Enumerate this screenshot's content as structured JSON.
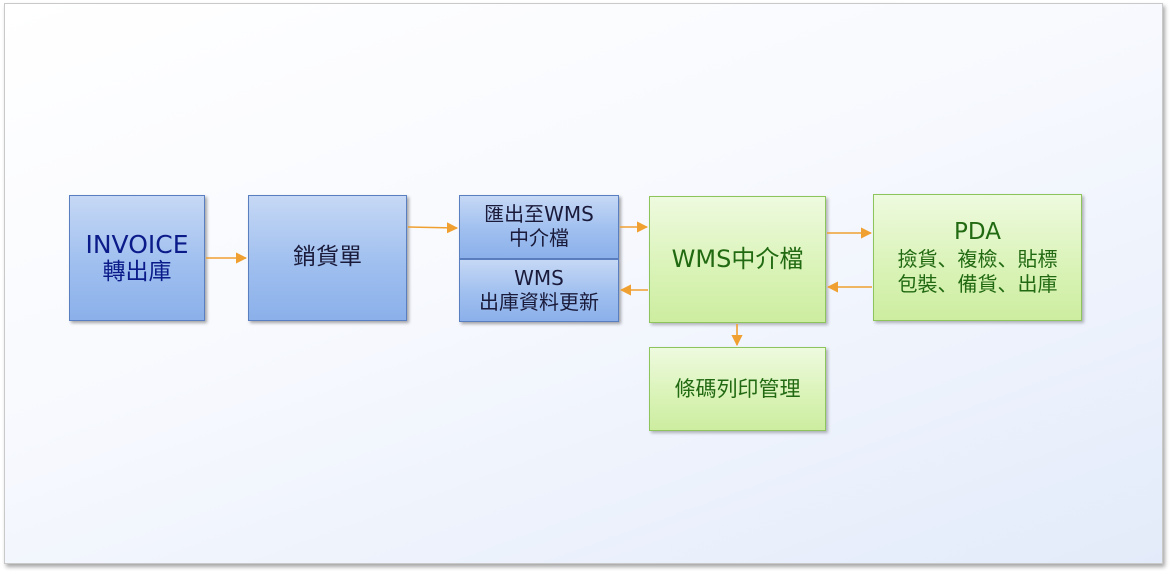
{
  "colors": {
    "blue_text": "#0c1b8a",
    "green_text": "#216a12",
    "arrow": "#f0a030"
  },
  "nodes": {
    "invoice": {
      "line1": "INVOICE",
      "line2": "轉出庫"
    },
    "sales_order": {
      "label": "銷貨單"
    },
    "export_wms": {
      "line1": "匯出至WMS",
      "line2": "中介檔"
    },
    "wms_update": {
      "line1": "WMS",
      "line2": "出庫資料更新"
    },
    "wms_intermediate": {
      "label": "WMS中介檔"
    },
    "pda": {
      "title": "PDA",
      "line1": "撿貨、複檢、貼標",
      "line2": "包裝、備貨、出庫"
    },
    "barcode": {
      "label": "條碼列印管理"
    }
  },
  "edges": [
    {
      "from": "INVOICE 轉出庫",
      "to": "銷貨單"
    },
    {
      "from": "銷貨單",
      "to": "匯出至WMS 中介檔"
    },
    {
      "from": "匯出至WMS 中介檔",
      "to": "WMS中介檔"
    },
    {
      "from": "WMS中介檔",
      "to": "WMS 出庫資料更新"
    },
    {
      "from": "WMS中介檔",
      "to": "PDA"
    },
    {
      "from": "PDA",
      "to": "WMS中介檔"
    },
    {
      "from": "WMS中介檔",
      "to": "條碼列印管理"
    }
  ]
}
